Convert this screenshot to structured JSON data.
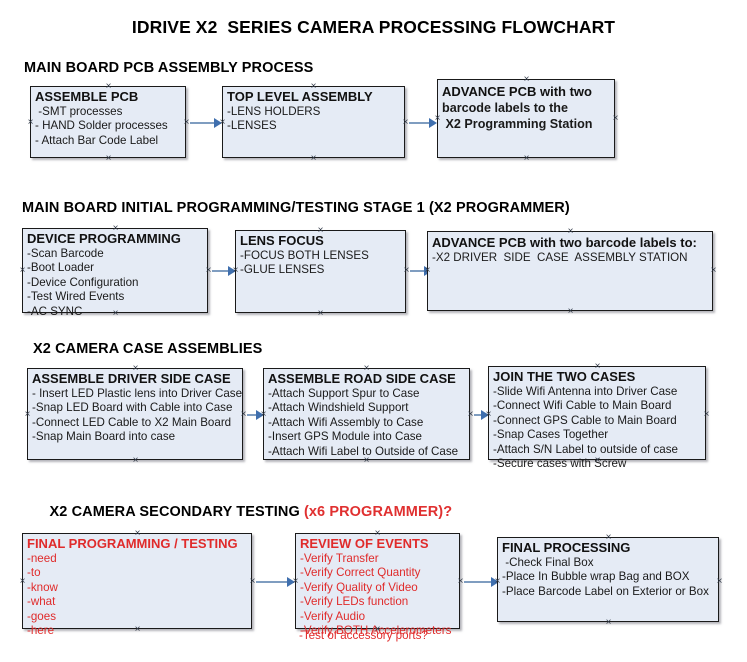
{
  "document": {
    "title": "IDRIVE X2  SERIES CAMERA PROCESSING FLOWCHART",
    "accent_red": "#e02b2b",
    "box_fill": "#e5ebf5",
    "box_border": "#1a1a1a",
    "connector_color": "#7f9dc0"
  },
  "sections": [
    {
      "id": "s1",
      "title": "MAIN BOARD PCB ASSEMBLY PROCESS",
      "accent": ""
    },
    {
      "id": "s2",
      "title": "MAIN BOARD INITIAL PROGRAMMING/TESTING STAGE 1 (X2 PROGRAMMER)",
      "accent": ""
    },
    {
      "id": "s3",
      "title": "X2 CAMERA CASE ASSEMBLIES",
      "accent": ""
    },
    {
      "id": "s4",
      "title": "X2 CAMERA SECONDARY TESTING ",
      "accent": "(x6 PROGRAMMER)?"
    }
  ],
  "nodes": {
    "assemble_pcb": {
      "title": "ASSEMBLE PCB",
      "lines": [
        " -SMT processes",
        "- HAND Solder processes",
        "- Attach Bar Code Label"
      ]
    },
    "top_level_assembly": {
      "title": "TOP LEVEL ASSEMBLY",
      "lines": [
        "-LENS HOLDERS",
        "-LENSES"
      ]
    },
    "advance_pcb_station": {
      "title": "ADVANCE PCB with two",
      "lines": [
        "barcode labels to the",
        " X2 Programming Station"
      ]
    },
    "device_programming": {
      "title": "DEVICE PROGRAMMING",
      "lines": [
        "-Scan Barcode",
        "-Boot Loader",
        "-Device Configuration",
        "-Test Wired Events",
        "-AC SYNC"
      ]
    },
    "lens_focus": {
      "title": "LENS FOCUS",
      "lines": [
        "-FOCUS BOTH LENSES",
        "-GLUE LENSES"
      ]
    },
    "advance_pcb_driver": {
      "title": "ADVANCE PCB with two barcode labels to:",
      "lines": [
        "-X2 DRIVER  SIDE  CASE  ASSEMBLY STATION"
      ]
    },
    "assemble_driver_side": {
      "title": "ASSEMBLE DRIVER SIDE CASE",
      "lines": [
        "- Insert LED Plastic lens into Driver Case",
        "-Snap LED Board with Cable into Case",
        "-Connect LED Cable to X2 Main Board",
        "-Snap Main Board into case"
      ]
    },
    "assemble_road_side": {
      "title": "ASSEMBLE ROAD SIDE CASE",
      "lines": [
        "-Attach Support Spur to Case",
        "-Attach Windshield Support",
        "-Attach Wifi Assembly to Case",
        "-Insert GPS Module into Case",
        "-Attach Wifi Label to Outside of Case"
      ]
    },
    "join_two_cases": {
      "title": "JOIN THE TWO CASES",
      "lines": [
        "-Slide Wifi Antenna into Driver Case",
        "-Connect Wifi Cable to Main Board",
        "-Connect GPS Cable to Main Board",
        "-Snap Cases Together",
        "-Attach S/N Label to outside of case",
        "-Secure cases with Screw"
      ]
    },
    "final_programming": {
      "title": "FINAL PROGRAMMING / TESTING",
      "lines": [
        "-need",
        "-to",
        "-know",
        "-what",
        "-goes",
        "-here"
      ]
    },
    "review_of_events": {
      "title": "REVIEW OF EVENTS",
      "lines": [
        "-Verify Transfer",
        "-Verify Correct Quantity",
        "-Verify Quality of Video",
        "-Verify LEDs function",
        "-Verify Audio",
        "-Verify BOTH Accelerometers"
      ],
      "overflow_line": "-Test of accessory ports?"
    },
    "final_processing": {
      "title": "FINAL PROCESSING",
      "lines": [
        " -Check Final Box",
        "-Place In Bubble wrap Bag and BOX",
        "-Place Barcode Label on Exterior or Box"
      ]
    }
  }
}
